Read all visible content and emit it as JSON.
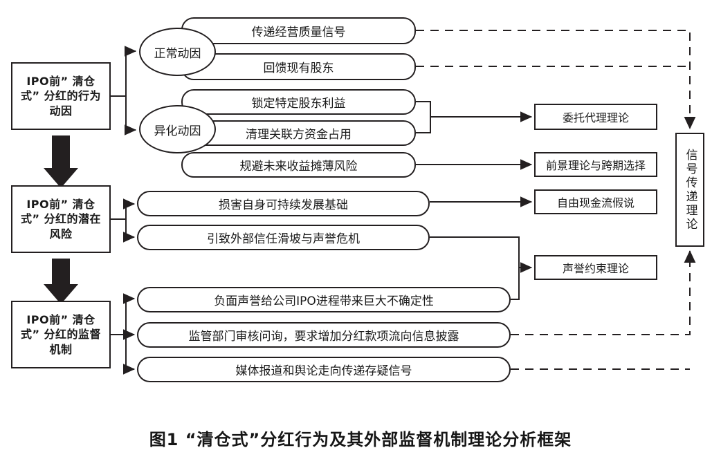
{
  "figure": {
    "caption": "图1  “清仓式”分红行为及其外部监督机制理论分析框架",
    "stroke_color": "#231f20",
    "background": "#ffffff"
  },
  "stages": [
    {
      "id": "motive",
      "label": "IPO前” 清仓式” 分红的行为动因"
    },
    {
      "id": "risk",
      "label": "IPO前” 清仓式” 分红的潜在风险"
    },
    {
      "id": "supervision",
      "label": "IPO前” 清仓式” 分红的监督机制"
    }
  ],
  "motive_types": [
    {
      "id": "normal",
      "label": "正常动因"
    },
    {
      "id": "alienated",
      "label": "异化动因"
    }
  ],
  "motive_items": [
    {
      "id": "signal-quality",
      "label": "传递经营质量信号",
      "group": "normal"
    },
    {
      "id": "reward-holders",
      "label": "回馈现有股东",
      "group": "normal"
    },
    {
      "id": "lock-interest",
      "label": "锁定特定股东利益",
      "group": "alienated"
    },
    {
      "id": "clear-occupation",
      "label": "清理关联方资金占用",
      "group": "alienated"
    },
    {
      "id": "avoid-dilution",
      "label": "规避未来收益摊薄风险",
      "group": "alienated"
    }
  ],
  "risk_items": [
    {
      "id": "harm-sustainability",
      "label": "损害自身可持续发展基础"
    },
    {
      "id": "trust-collapse",
      "label": "引致外部信任滑坡与声誉危机"
    }
  ],
  "supervision_items": [
    {
      "id": "negative-reputation",
      "label": "负面声誉给公司IPO进程带来巨大不确定性"
    },
    {
      "id": "regulator-inquiry",
      "label": "监管部门审核问询，要求增加分红款项流向信息披露"
    },
    {
      "id": "media-opinion",
      "label": "媒体报道和舆论走向传递存疑信号"
    }
  ],
  "theories": [
    {
      "id": "agency",
      "label": "委托代理理论"
    },
    {
      "id": "prospect",
      "label": "前景理论与跨期选择"
    },
    {
      "id": "free-cash-flow",
      "label": "自由现金流假说"
    },
    {
      "id": "reputation",
      "label": "声誉约束理论"
    }
  ],
  "signal_theory": {
    "id": "signal-transmission",
    "label": "信号传递理论"
  }
}
